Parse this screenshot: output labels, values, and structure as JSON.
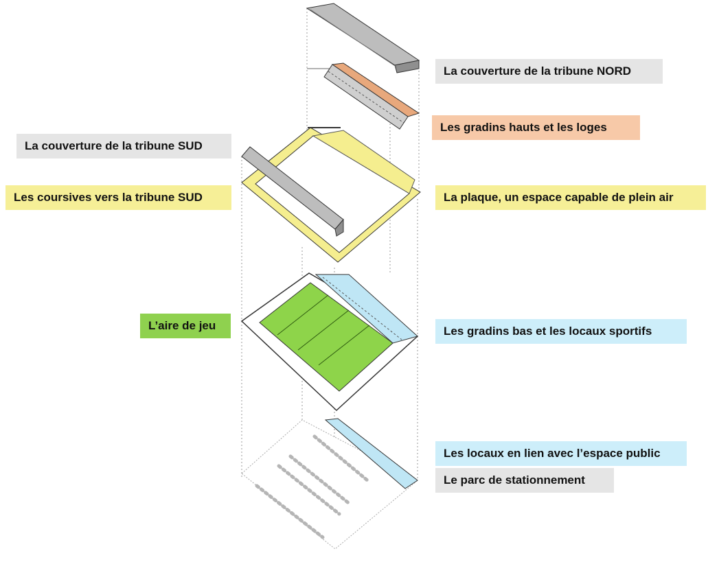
{
  "colors": {
    "gray_label": "#e5e5e5",
    "orange_label": "#f7c9a8",
    "yellow_label": "#f6ef97",
    "green_label": "#8fd14f",
    "blue_label": "#cdeefa",
    "pitch_green": "#8ed44a",
    "plaque_yellow": "#f5ee8f",
    "locaux_blue": "#bfe6f5",
    "roof_gray": "#bdbdbd",
    "seat_orange": "#e8a87c"
  },
  "labels": {
    "nord": {
      "text": "La couverture de la tribune NORD",
      "color": "#e5e5e5"
    },
    "gradins_hauts": {
      "text": "Les gradins hauts et les loges",
      "color": "#f7c9a8"
    },
    "sud": {
      "text": "La couverture de la tribune SUD",
      "color": "#e5e5e5"
    },
    "coursives": {
      "text": "Les coursives vers la tribune SUD",
      "color": "#f6ef97"
    },
    "plaque": {
      "text": "La plaque, un espace capable de plein air",
      "color": "#f6ef97"
    },
    "aire": {
      "text": "L’aire de jeu",
      "color": "#8fd14f"
    },
    "gradins_bas": {
      "text": "Les gradins bas et les locaux sportifs",
      "color": "#cdeefa"
    },
    "locaux": {
      "text": "Les locaux en lien avec l’espace public",
      "color": "#cdeefa"
    },
    "parc": {
      "text": "Le parc de stationnement",
      "color": "#e5e5e5"
    }
  }
}
